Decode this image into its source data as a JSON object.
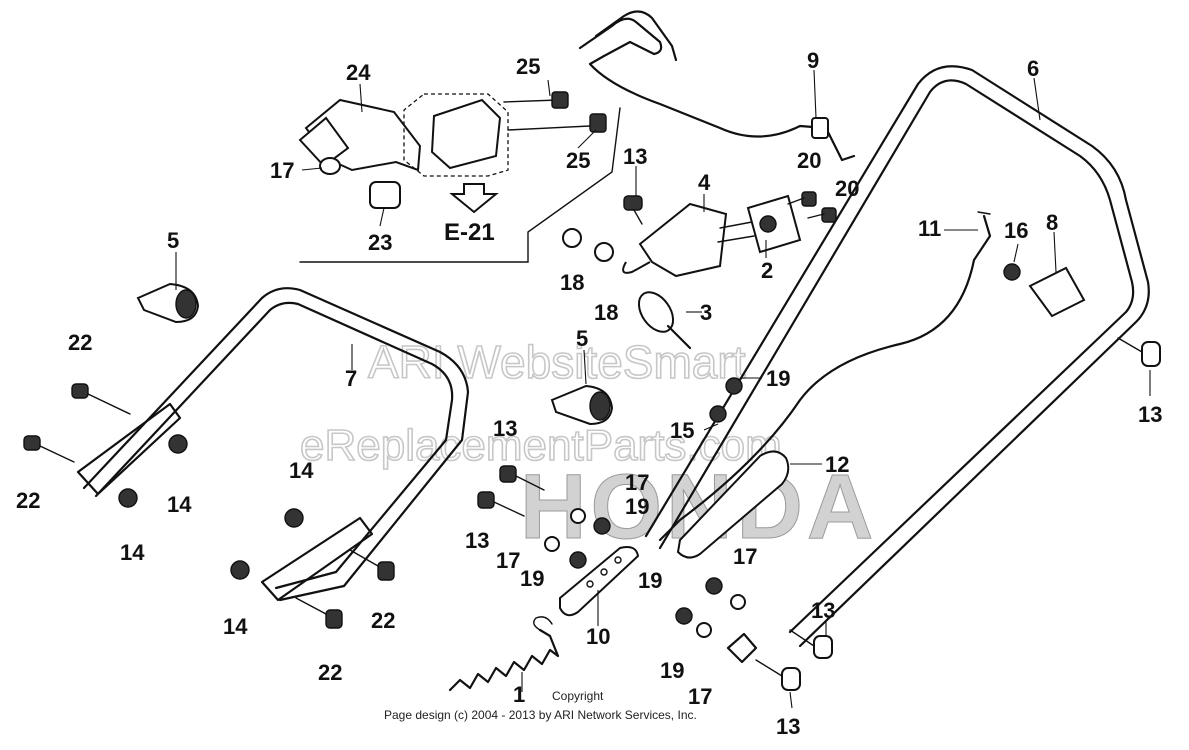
{
  "diagram": {
    "brand_logo": "HONDA",
    "watermark_lines": [
      "ARI WebsiteSmart",
      "eReplacementParts.com"
    ],
    "reference_label": "E-21",
    "footer": {
      "line1": "Copyright",
      "line2": "Page design (c) 2004 - 2013 by ARI Network Services, Inc."
    },
    "callouts": [
      {
        "id": "1",
        "text": "1"
      },
      {
        "id": "2",
        "text": "2"
      },
      {
        "id": "3",
        "text": "3"
      },
      {
        "id": "4",
        "text": "4"
      },
      {
        "id": "5a",
        "text": "5"
      },
      {
        "id": "5b",
        "text": "5"
      },
      {
        "id": "6",
        "text": "6"
      },
      {
        "id": "7",
        "text": "7"
      },
      {
        "id": "8",
        "text": "8"
      },
      {
        "id": "9",
        "text": "9"
      },
      {
        "id": "10",
        "text": "10"
      },
      {
        "id": "11",
        "text": "11"
      },
      {
        "id": "12",
        "text": "12"
      },
      {
        "id": "13a",
        "text": "13"
      },
      {
        "id": "13b",
        "text": "13"
      },
      {
        "id": "13c",
        "text": "13"
      },
      {
        "id": "13d",
        "text": "13"
      },
      {
        "id": "13e",
        "text": "13"
      },
      {
        "id": "13f",
        "text": "13"
      },
      {
        "id": "14a",
        "text": "14"
      },
      {
        "id": "14b",
        "text": "14"
      },
      {
        "id": "14c",
        "text": "14"
      },
      {
        "id": "14d",
        "text": "14"
      },
      {
        "id": "15",
        "text": "15"
      },
      {
        "id": "16",
        "text": "16"
      },
      {
        "id": "17a",
        "text": "17"
      },
      {
        "id": "17b",
        "text": "17"
      },
      {
        "id": "17c",
        "text": "17"
      },
      {
        "id": "17d",
        "text": "17"
      },
      {
        "id": "17e",
        "text": "17"
      },
      {
        "id": "18a",
        "text": "18"
      },
      {
        "id": "18b",
        "text": "18"
      },
      {
        "id": "19a",
        "text": "19"
      },
      {
        "id": "19b",
        "text": "19"
      },
      {
        "id": "19c",
        "text": "19"
      },
      {
        "id": "19d",
        "text": "19"
      },
      {
        "id": "19e",
        "text": "19"
      },
      {
        "id": "20a",
        "text": "20"
      },
      {
        "id": "20b",
        "text": "20"
      },
      {
        "id": "22a",
        "text": "22"
      },
      {
        "id": "22b",
        "text": "22"
      },
      {
        "id": "22c",
        "text": "22"
      },
      {
        "id": "22d",
        "text": "22"
      },
      {
        "id": "23",
        "text": "23"
      },
      {
        "id": "24",
        "text": "24"
      },
      {
        "id": "25a",
        "text": "25"
      },
      {
        "id": "25b",
        "text": "25"
      }
    ]
  }
}
